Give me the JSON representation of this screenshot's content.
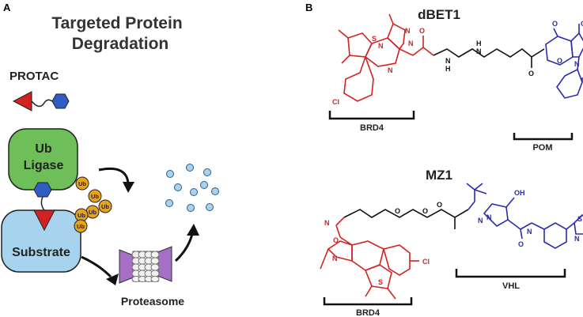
{
  "panel_a": {
    "letter": "A",
    "title_line1": "Targeted Protein",
    "title_line2": "Degradation",
    "protac_label": "PROTAC",
    "ligase_line1": "Ub",
    "ligase_line2": "Ligase",
    "substrate_label": "Substrate",
    "ub_label": "Ub",
    "proteasome_label": "Proteasome"
  },
  "panel_b": {
    "letter": "B",
    "dbet1": {
      "title": "dBET1",
      "brd4_label": "BRD4",
      "pom_label": "POM",
      "atoms": {
        "cl": "Cl",
        "s": "S",
        "n": "N",
        "h": "H",
        "o": "O"
      }
    },
    "mz1": {
      "title": "MZ1",
      "brd4_label": "BRD4",
      "vhl_label": "VHL",
      "atoms": {
        "cl": "Cl",
        "s": "S",
        "n": "N",
        "h": "H",
        "o": "O",
        "oh": "OH"
      }
    }
  },
  "colors": {
    "red": "#d32222",
    "blue": "#2b2bb0",
    "ligase_green": "#6ebe5a",
    "substrate_blue": "#a7d3ee",
    "protac_blue": "#2e5ec4",
    "ub_orange": "#e8a21c",
    "proteasome_purple": "#a46fc4",
    "dot_blue": "#a9d2ee"
  }
}
